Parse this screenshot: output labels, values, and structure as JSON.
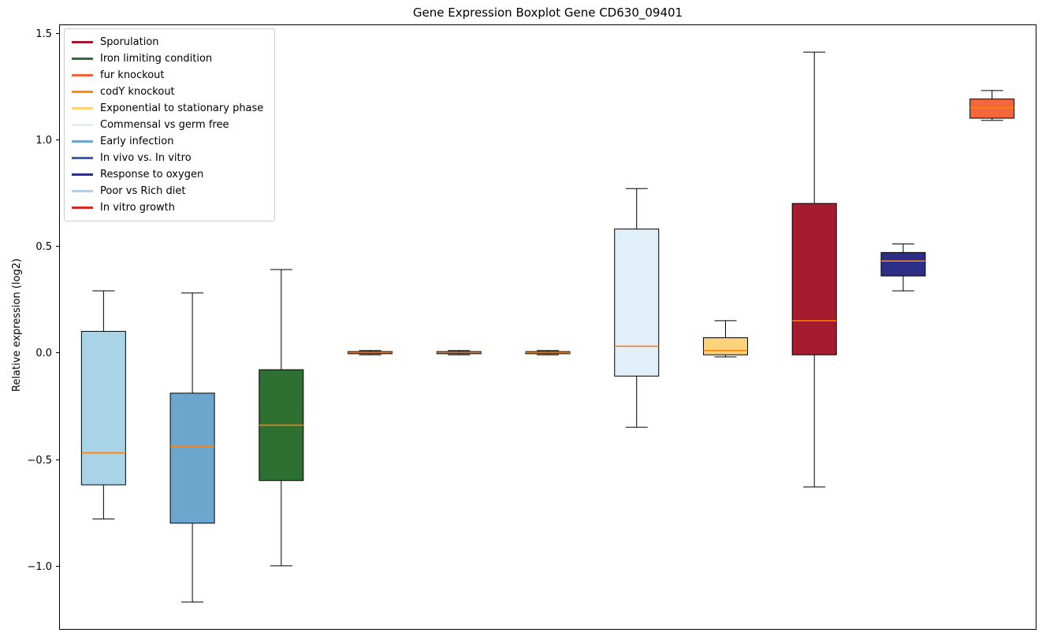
{
  "chart_data": {
    "type": "boxplot",
    "title": "Gene Expression Boxplot Gene CD630_09401",
    "ylabel": "Relative expression (log2)",
    "xlabel": "",
    "ylim": [
      -1.3,
      1.54
    ],
    "yticks": [
      -1.0,
      -0.5,
      0.0,
      0.5,
      1.0,
      1.5
    ],
    "grid": false,
    "legend_position": "upper left",
    "median_color": "#ff7f0e",
    "box_edge_color": "#000000",
    "legend": [
      {
        "label": "Sporulation",
        "color": "#a51c30"
      },
      {
        "label": "Iron limiting condition",
        "color": "#2e7031"
      },
      {
        "label": "fur knockout",
        "color": "#f4663c"
      },
      {
        "label": "codY knockout",
        "color": "#ff8c00"
      },
      {
        "label": "Exponential to stationary phase",
        "color": "#fbd37a"
      },
      {
        "label": "Commensal vs germ free",
        "color": "#e0eff8"
      },
      {
        "label": "Early infection",
        "color": "#6ca6cd"
      },
      {
        "label": "In vivo vs. In vitro",
        "color": "#3b5bc4"
      },
      {
        "label": "Response to oxygen",
        "color": "#2d2f87"
      },
      {
        "label": "Poor vs Rich diet",
        "color": "#a9d4e8"
      },
      {
        "label": "In vitro growth",
        "color": "#d62a28"
      }
    ],
    "boxes": [
      {
        "condition": "Poor vs Rich diet",
        "color": "#a9d4e8",
        "whisker_low": -0.78,
        "q1": -0.62,
        "median": -0.47,
        "q3": 0.1,
        "whisker_high": 0.29
      },
      {
        "condition": "Early infection",
        "color": "#6ca6cd",
        "whisker_low": -1.17,
        "q1": -0.8,
        "median": -0.44,
        "q3": -0.19,
        "whisker_high": 0.28
      },
      {
        "condition": "Iron limiting condition",
        "color": "#2e7031",
        "whisker_low": -1.0,
        "q1": -0.6,
        "median": -0.34,
        "q3": -0.08,
        "whisker_high": 0.39
      },
      {
        "condition": "In vitro growth",
        "color": "#d62a28",
        "whisker_low": -0.01,
        "q1": -0.005,
        "median": 0.0,
        "q3": 0.005,
        "whisker_high": 0.01
      },
      {
        "condition": "In vivo vs. In vitro",
        "color": "#3b5bc4",
        "whisker_low": -0.01,
        "q1": -0.005,
        "median": 0.0,
        "q3": 0.005,
        "whisker_high": 0.01
      },
      {
        "condition": "codY knockout",
        "color": "#ff8c00",
        "whisker_low": -0.01,
        "q1": -0.005,
        "median": 0.0,
        "q3": 0.005,
        "whisker_high": 0.01
      },
      {
        "condition": "Commensal vs germ free",
        "color": "#e0eff8",
        "whisker_low": -0.35,
        "q1": -0.11,
        "median": 0.03,
        "q3": 0.58,
        "whisker_high": 0.77
      },
      {
        "condition": "Exponential to stationary phase",
        "color": "#fbd37a",
        "whisker_low": -0.02,
        "q1": -0.01,
        "median": 0.01,
        "q3": 0.07,
        "whisker_high": 0.15
      },
      {
        "condition": "Sporulation",
        "color": "#a51c30",
        "whisker_low": -0.63,
        "q1": -0.01,
        "median": 0.15,
        "q3": 0.7,
        "whisker_high": 1.41
      },
      {
        "condition": "Response to oxygen",
        "color": "#2d2f87",
        "whisker_low": 0.29,
        "q1": 0.36,
        "median": 0.43,
        "q3": 0.47,
        "whisker_high": 0.51
      },
      {
        "condition": "fur knockout",
        "color": "#f4663c",
        "whisker_low": 1.09,
        "q1": 1.1,
        "median": 1.15,
        "q3": 1.19,
        "whisker_high": 1.23
      }
    ]
  }
}
